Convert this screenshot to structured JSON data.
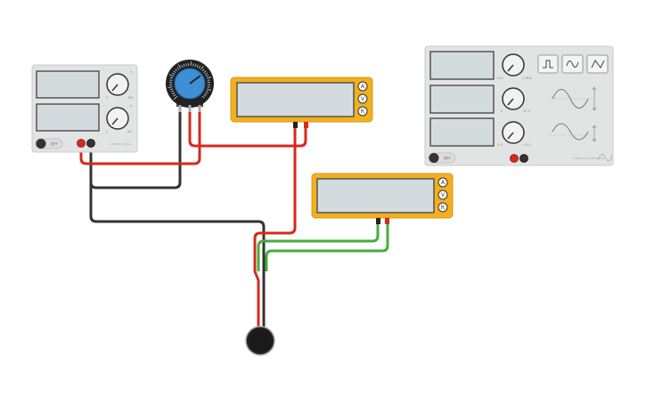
{
  "power_supply": {
    "toggle_label": "OFF",
    "volt_knob": {
      "min": "0",
      "max": "30V",
      "indicator": "V"
    },
    "amp_knob": {
      "min": "0",
      "max": "5A",
      "indicator": "A"
    },
    "brand": "POWER SUPPLY"
  },
  "multimeter_top": {
    "modes": [
      "A",
      "V",
      "R"
    ]
  },
  "multimeter_bottom": {
    "modes": [
      "A",
      "V",
      "R"
    ]
  },
  "function_generator": {
    "toggle_label": "OFF",
    "knob1": {
      "min": "1 Hz",
      "max": "1 MHz"
    },
    "knob2": {
      "min": "0",
      "max": "10 V"
    },
    "knob3": {
      "min": "-5 V",
      "max": "+5 V"
    },
    "brand": "FUNCTION GENERATOR"
  },
  "colors": {
    "yellow": "#f2b01e",
    "panel": "#e2e4e4",
    "screen": "#d3dbdf",
    "wire_red": "#d42a1f",
    "wire_black": "#333333",
    "wire_green": "#46ad3c",
    "knob_blue": "#3d8fd6"
  }
}
